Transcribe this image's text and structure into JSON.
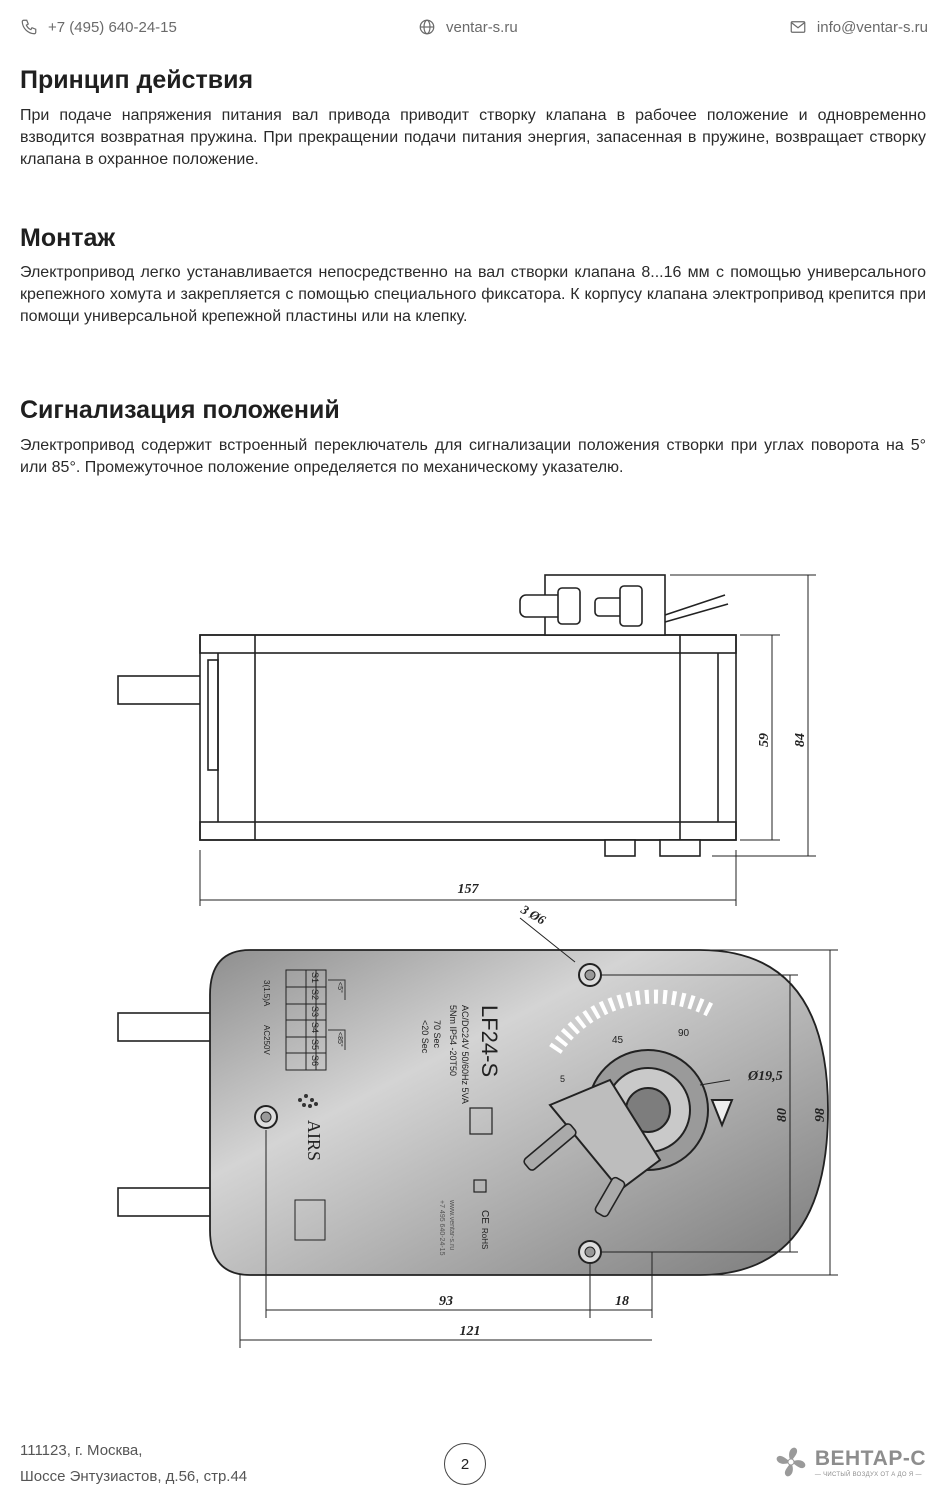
{
  "header": {
    "phone": "+7 (495) 640-24-15",
    "site": "ventar-s.ru",
    "email": "info@ventar-s.ru"
  },
  "sections": [
    {
      "title": "Принцип действия",
      "text": "При подаче напряжения питания вал привода приводит створку клапана в рабочее положение и одновременно взводится возвратная пружина. При прекращении подачи питания энергия, запасенная в пружине, возвращает створку клапана в охранное положение."
    },
    {
      "title": "Монтаж",
      "text": "Электропривод легко устанавливается непосредственно на вал створки клапана 8...16 мм с помощью универсального крепежного хомута и закрепляется с помощью специального фиксатора. К корпусу клапана электропривод крепится при помощи универсальной крепежной пластины или на клепку."
    },
    {
      "title": "Сигнализация положений",
      "text": "Электропривод содержит встроенный переключатель для сигнализации положения створки при углах поворота на 5° или 85°. Промежуточное положение определяется по механическому указателю."
    }
  ],
  "drawing": {
    "dimensions": {
      "d59": "59",
      "d84": "84",
      "d157": "157",
      "d3x6": "3 Ø6",
      "d19_5": "Ø19,5",
      "d80": "80",
      "d98": "98",
      "d93": "93",
      "d18": "18",
      "d121": "121"
    },
    "label": {
      "model": "LF24-S",
      "power": "AC/DC24V 50/60Hz 5VA",
      "torque": "5Nm IP54 -20T50",
      "time1": "70 Sec",
      "time2": "<20 Sec",
      "brand": "AIRS",
      "rating": "3(1.5)A",
      "voltage": "AC250V",
      "switches": [
        "S1",
        "S2",
        "S3",
        "S4",
        "S5",
        "S6"
      ],
      "angle_low": "<5°",
      "angle_high": "<85°",
      "scale_45": "45",
      "scale_90": "90",
      "scale_5": "5",
      "rohs": "RoHS",
      "ce": "CE",
      "site": "www.ventar-s.ru",
      "phone": "+7 495 640-24-15"
    }
  },
  "footer": {
    "address_line1": "111123, г. Москва,",
    "address_line2": "Шоссе Энтузиастов, д.56, стр.44",
    "page": "2",
    "logo_name": "ВЕНТАР-С",
    "logo_slogan": "— ЧИСТЫЙ ВОЗДУХ ОТ А ДО Я —"
  },
  "colors": {
    "text": "#2a2a2a",
    "muted": "#6a6a6a",
    "logo": "#8d8d8d"
  }
}
